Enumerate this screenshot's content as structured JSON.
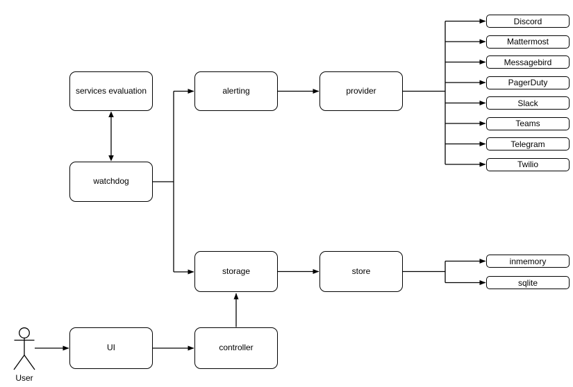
{
  "diagram": {
    "nodes": {
      "services_evaluation": "services evaluation",
      "watchdog": "watchdog",
      "alerting": "alerting",
      "provider": "provider",
      "storage": "storage",
      "store": "store",
      "ui": "UI",
      "controller": "controller"
    },
    "actor": {
      "label": "User"
    },
    "providers": [
      "Discord",
      "Mattermost",
      "Messagebird",
      "PagerDuty",
      "Slack",
      "Teams",
      "Telegram",
      "Twilio"
    ],
    "stores": [
      "inmemory",
      "sqlite"
    ],
    "edges": [
      {
        "from": "services evaluation",
        "to": "watchdog",
        "style": "bidirectional-arrow"
      },
      {
        "from": "watchdog",
        "to": "alerting",
        "style": "arrow"
      },
      {
        "from": "watchdog",
        "to": "storage",
        "style": "arrow"
      },
      {
        "from": "alerting",
        "to": "provider",
        "style": "arrow"
      },
      {
        "from": "provider",
        "to": "Discord",
        "style": "arrow"
      },
      {
        "from": "provider",
        "to": "Mattermost",
        "style": "arrow"
      },
      {
        "from": "provider",
        "to": "Messagebird",
        "style": "arrow"
      },
      {
        "from": "provider",
        "to": "PagerDuty",
        "style": "arrow"
      },
      {
        "from": "provider",
        "to": "Slack",
        "style": "arrow"
      },
      {
        "from": "provider",
        "to": "Teams",
        "style": "arrow"
      },
      {
        "from": "provider",
        "to": "Telegram",
        "style": "arrow"
      },
      {
        "from": "provider",
        "to": "Twilio",
        "style": "arrow"
      },
      {
        "from": "storage",
        "to": "store",
        "style": "arrow"
      },
      {
        "from": "store",
        "to": "inmemory",
        "style": "arrow"
      },
      {
        "from": "store",
        "to": "sqlite",
        "style": "arrow"
      },
      {
        "from": "controller",
        "to": "storage",
        "style": "arrow"
      },
      {
        "from": "UI",
        "to": "controller",
        "style": "arrow"
      },
      {
        "from": "User",
        "to": "UI",
        "style": "arrow"
      }
    ],
    "colors": {
      "stroke": "#000000",
      "fill": "#ffffff",
      "text": "#000000"
    }
  }
}
